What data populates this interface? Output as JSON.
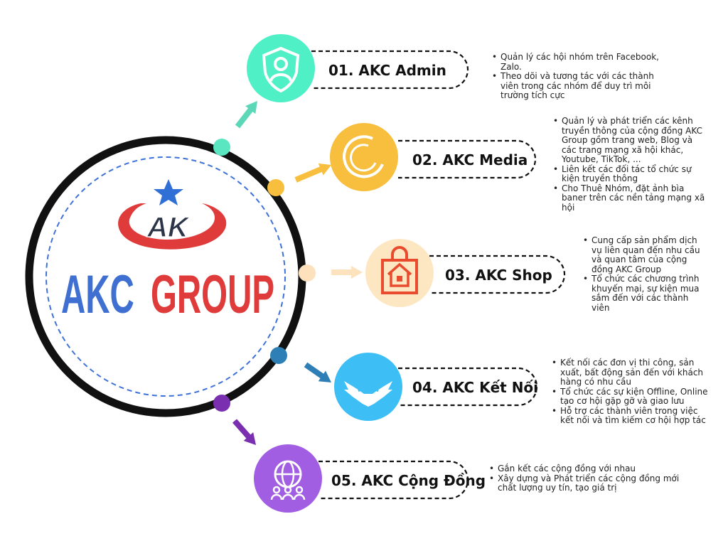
{
  "brand": {
    "logo_letters": "AK",
    "name_part1": "AKC",
    "name_part2": "GROUP",
    "colors": {
      "blue": "#3f6fd1",
      "red": "#e03b3b",
      "star": "#2f6fd6"
    }
  },
  "items": [
    {
      "label": "01. AKC Admin",
      "icon": "user-shield-icon",
      "color": "#4ff0c6",
      "bullets": [
        "Quản lý các hội nhóm trên Facebook, Zalo.",
        "Theo dõi và tương tác với các thành viên trong các nhóm để duy trì môi trường tích cực"
      ]
    },
    {
      "label": "02. AKC Media",
      "icon": "media-swirl-icon",
      "color": "#f8bf3e",
      "bullets": [
        "Quản lý và phát triển các kênh truyền thông của cộng đồng AKC Group gồm trang web, Blog và các trang mạng xã hội khác, Youtube, TikTok, ...",
        "Liên kết các đối tác tổ chức sự kiện truyền thông",
        "Cho Thuê Nhóm, đặt ảnh bìa baner trên các nền tảng mạng xã hội"
      ]
    },
    {
      "label": "03. AKC Shop",
      "icon": "shopping-bag-house-icon",
      "color": "#fde7c3",
      "bullets": [
        "Cung cấp sản phẩm dịch vụ liên quan đến nhu cầu và quan tâm của cộng đồng AKC Group",
        "Tổ chức các chương trình khuyến mại, sự kiện mua sắm đến với các thành viên"
      ]
    },
    {
      "label": "04. AKC Kết Nối",
      "icon": "handshake-icon",
      "color": "#3dbff5",
      "bullets": [
        "Kết nối các đơn vị thi công, sản xuất, bất động sản đến với khách hàng có nhu cầu",
        "Tổ chức các sự kiện Offline, Online tạo cơ hội gặp gỡ và giao lưu",
        "Hỗ trợ các thành viên trong việc kết nối và tìm kiếm cơ hội hợp tác"
      ]
    },
    {
      "label": "05. AKC Cộng Đồng",
      "icon": "globe-people-icon",
      "color": "#a25ee2",
      "bullets": [
        "Gắn kết các cộng đồng với nhau",
        "Xây dựng và Phát triển các cộng đồng mới chất lượng uy tín, tạo giá trị"
      ]
    }
  ],
  "ring_dot_colors": [
    "#59e6c0",
    "#f8bf3e",
    "#fde1bd",
    "#2d7fb5",
    "#7a2fb0"
  ],
  "arrow_colors": [
    "#5cd8b8",
    "#f8bf3e",
    "#fce2bd",
    "#2d7fb5",
    "#7a2fb0"
  ]
}
